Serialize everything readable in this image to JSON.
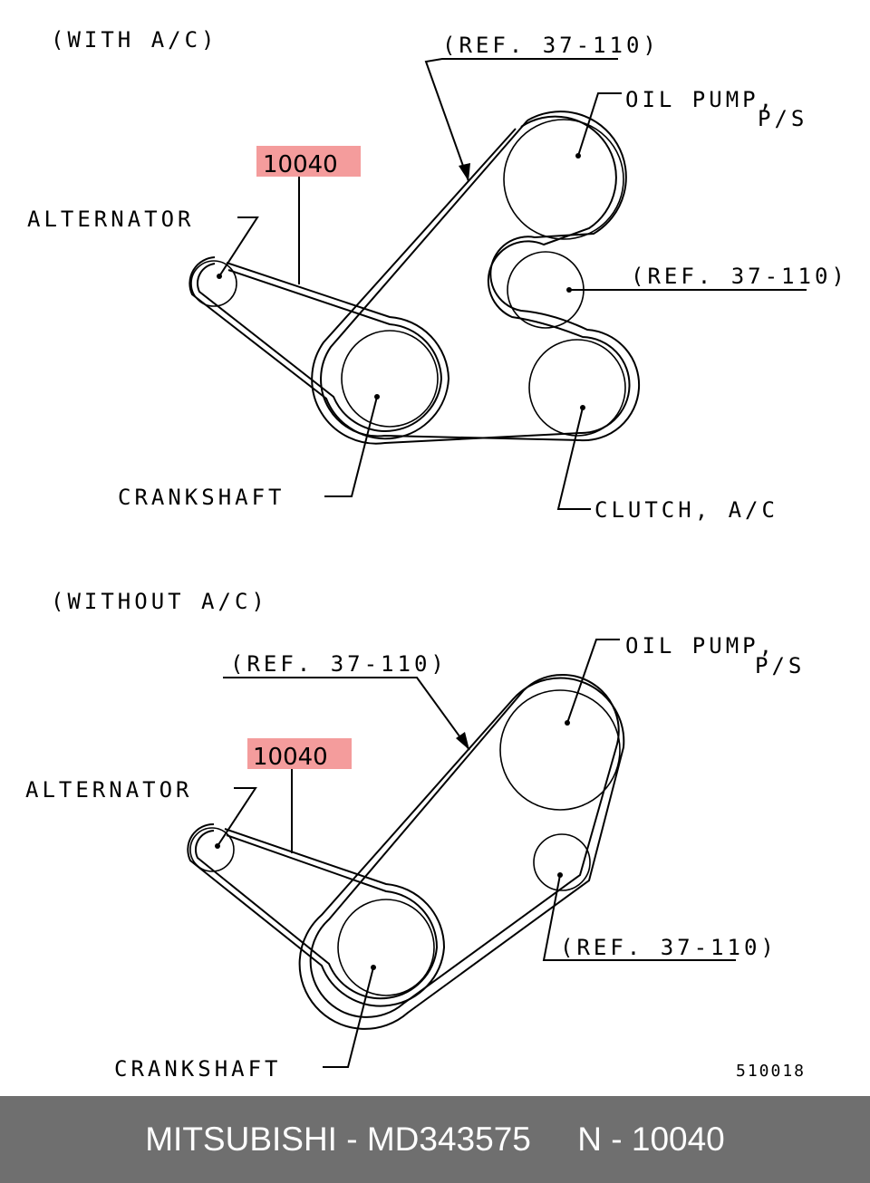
{
  "top_section": {
    "heading": "(WITH A/C)",
    "ref_top": "(REF. 37-110)",
    "oil_pump": "OIL PUMP,",
    "ps": "P/S",
    "callout": "10040",
    "alternator": "ALTERNATOR",
    "ref_mid": "(REF. 37-110)",
    "crankshaft": "CRANKSHAFT",
    "clutch": "CLUTCH, A/C"
  },
  "bottom_section": {
    "heading": "(WITHOUT A/C)",
    "ref_top": "(REF. 37-110)",
    "oil_pump": "OIL PUMP,",
    "ps": "P/S",
    "callout": "10040",
    "alternator": "ALTERNATOR",
    "ref_low": "(REF. 37-110)",
    "crankshaft": "CRANKSHAFT",
    "figure_code": "510018"
  },
  "footer": {
    "brand_part": "MITSUBISHI - MD343575",
    "ref": "N - 10040"
  },
  "colors": {
    "callout_highlight": "#f49c9c",
    "footer_bg": "#6f6f6f"
  }
}
